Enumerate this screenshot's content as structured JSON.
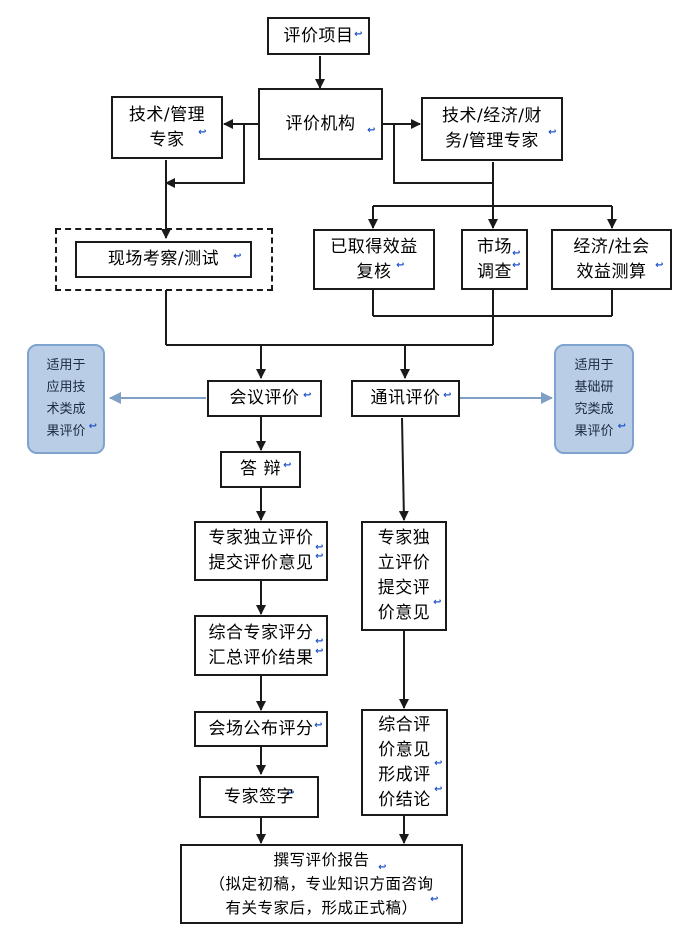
{
  "nodes": {
    "project": {
      "lines": [
        "评价项目"
      ]
    },
    "agency": {
      "lines": [
        "评价机构"
      ]
    },
    "tech_mgmt": {
      "lines": [
        "技术/管理",
        "专家"
      ]
    },
    "tech_econ": {
      "lines": [
        "技术/经济/财",
        "务/管理专家"
      ]
    },
    "site": {
      "lines": [
        "现场考察/测试"
      ]
    },
    "benefit": {
      "lines": [
        "已取得效益",
        "复核"
      ]
    },
    "market": {
      "lines": [
        "市场",
        "调查"
      ]
    },
    "econ_social": {
      "lines": [
        "经济/社会",
        "效益测算"
      ]
    },
    "meeting": {
      "lines": [
        "会议评价"
      ]
    },
    "comm": {
      "lines": [
        "通讯评价"
      ]
    },
    "defense": {
      "lines": [
        "答 辩"
      ]
    },
    "indep_left": {
      "lines": [
        "专家独立评价",
        "提交评价意见"
      ]
    },
    "summary": {
      "lines": [
        "综合专家评分",
        "汇总评价结果"
      ]
    },
    "announce": {
      "lines": [
        "会场公布评分"
      ]
    },
    "sign": {
      "lines": [
        "专家签字"
      ]
    },
    "indep_right": {
      "lines": [
        "专家独",
        "立评价",
        "提交评",
        "价意见"
      ]
    },
    "combine": {
      "lines": [
        "综合评",
        "价意见",
        "形成评",
        "价结论"
      ]
    },
    "report": {
      "lines": [
        "撰写评价报告",
        "（拟定初稿，专业知识方面咨询",
        "有关专家后，形成正式稿）"
      ]
    }
  },
  "notes": {
    "applied": {
      "lines": [
        "适用于",
        "应用技",
        "术类成",
        "果评价"
      ]
    },
    "basic": {
      "lines": [
        "适用于",
        "基础研",
        "究类成",
        "果评价"
      ]
    }
  },
  "colors": {
    "line": "#1a1a1a",
    "note_fill": "#b9cde6",
    "note_border": "#7fa3cf",
    "note_arrow": "#7f9fc6"
  }
}
